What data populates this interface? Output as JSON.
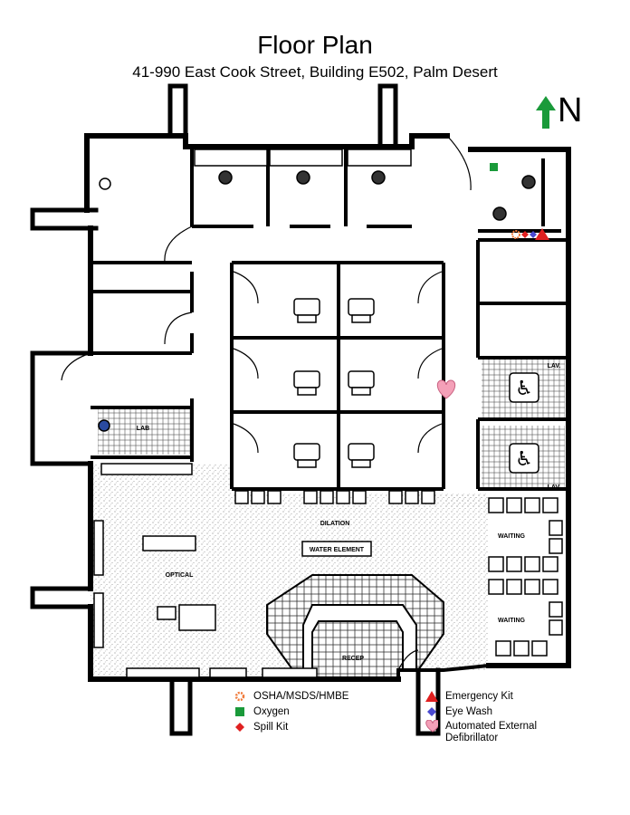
{
  "title": "Floor Plan",
  "subtitle": "41-990 East Cook Street, Building E502, Palm Desert",
  "north_label": "N",
  "rooms": {
    "lab": "LAB",
    "dilation": "DILATION",
    "water_element": "WATER ELEMENT",
    "optical": "OPTICAL",
    "waiting_1": "WAITING",
    "waiting_2": "WAITING",
    "lav_1": "LAV.",
    "lav_2": "LAV.",
    "recep": "RECEP"
  },
  "legend": {
    "osha": "OSHA/MSDS/HMBE",
    "oxygen": "Oxygen",
    "spill_kit": "Spill Kit",
    "emergency_kit": "Emergency Kit",
    "eye_wash": "Eye Wash",
    "aed_line1": "Automated External",
    "aed_line2": "Defibrillator"
  },
  "colors": {
    "north_arrow": "#1a9a3a",
    "osha": "#f07a3a",
    "oxygen": "#1a9a3a",
    "spill_kit": "#e02020",
    "emergency_kit": "#e02020",
    "eye_wash": "#4a4ad0",
    "aed": "#f4a0b8"
  }
}
